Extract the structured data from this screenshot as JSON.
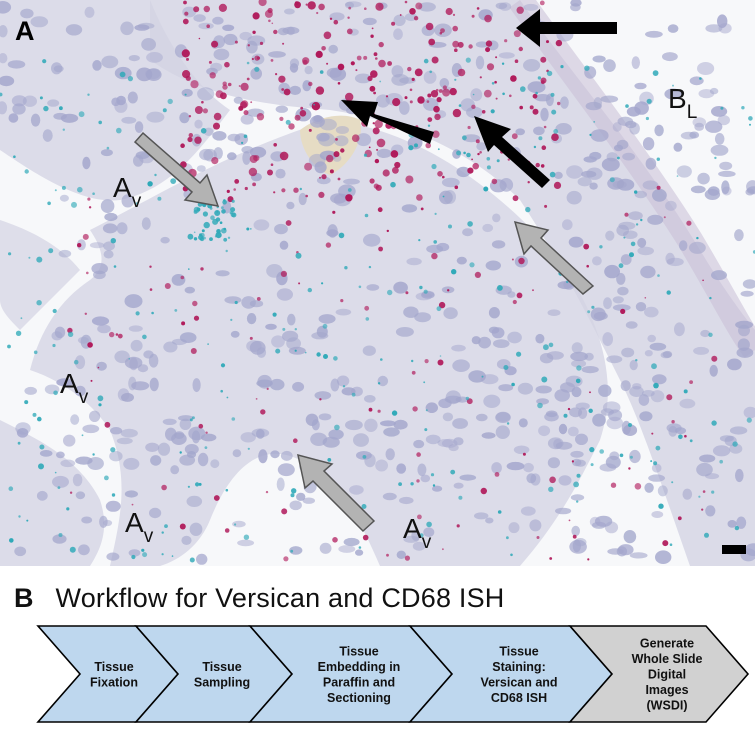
{
  "panel_a": {
    "label": "A",
    "region_labels": [
      {
        "main": "B",
        "sub": "L"
      },
      {
        "main": "A",
        "sub": "v"
      },
      {
        "main": "A",
        "sub": "v"
      },
      {
        "main": "A",
        "sub": "v"
      },
      {
        "main": "A",
        "sub": "v"
      }
    ],
    "colors": {
      "airspace": "#f7f8fa",
      "tissue": "#d3d3e3",
      "nucleus": "#a3a6cc",
      "versican_stain": "#b0195a",
      "cd68_stain": "#2fa9b8",
      "black_arrow": "#000000",
      "gray_arrow": "#b3b3b3",
      "scale_bar": "#000000"
    },
    "icons": [
      "black-arrow-icon",
      "gray-arrow-icon",
      "scale-bar-icon"
    ]
  },
  "panel_b": {
    "label": "B",
    "title": "Workflow for Versican and CD68 ISH",
    "steps": [
      {
        "lines": [
          "Tissue",
          "Fixation"
        ],
        "fill": "#bed7ee"
      },
      {
        "lines": [
          "Tissue",
          "Sampling"
        ],
        "fill": "#bed7ee"
      },
      {
        "lines": [
          "Tissue",
          "Embedding in",
          "Paraffin and",
          "Sectioning"
        ],
        "fill": "#bed7ee"
      },
      {
        "lines": [
          "Tissue",
          "Staining:",
          "Versican and",
          "CD68 ISH"
        ],
        "fill": "#bed7ee"
      },
      {
        "lines": [
          "Generate",
          "Whole Slide",
          "Digital",
          "Images",
          "(WSDI)"
        ],
        "fill": "#d1d1d1"
      }
    ]
  }
}
